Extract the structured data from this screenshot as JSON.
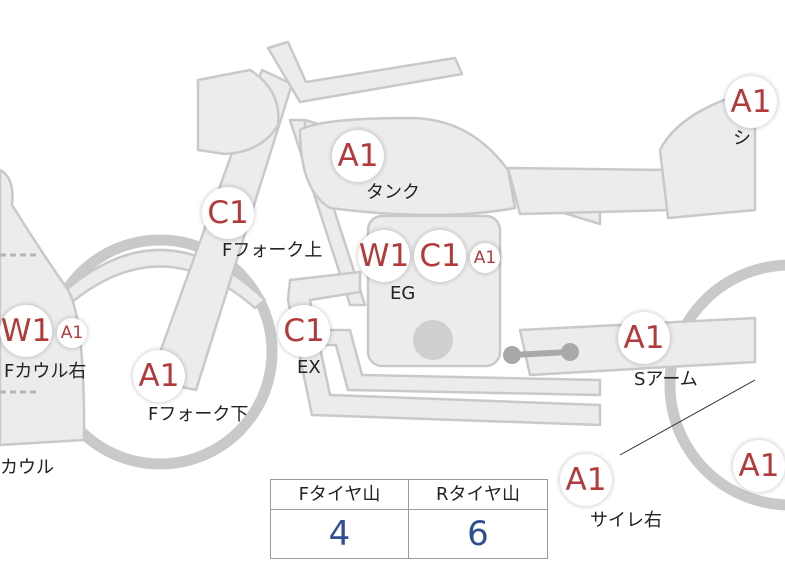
{
  "grades": {
    "tank": "A1",
    "ffork_upper": "C1",
    "eg_w": "W1",
    "eg_c": "C1",
    "eg_a": "A1",
    "ex": "C1",
    "fcowl_w": "W1",
    "fcowl_a": "A1",
    "ffork_lower": "A1",
    "sarm": "A1",
    "silencer_right": "A1",
    "seat": "A1",
    "rear": "A1"
  },
  "labels": {
    "tank": "タンク",
    "ffork_upper": "Fフォーク上",
    "eg": "EG",
    "ex": "EX",
    "fcowl_right": "Fカウル右",
    "ffork_lower": "Fフォーク下",
    "cowl": "カウル",
    "sarm": "Sアーム",
    "silencer_right": "サイレ右",
    "seat_partial": "シ"
  },
  "tire_table": {
    "front_header": "Fタイヤ山",
    "rear_header": "Rタイヤ山",
    "front_value": "4",
    "rear_value": "6"
  },
  "colors": {
    "body_fill": "#ececec",
    "outline": "#c9c9c9",
    "grade_text": "#b23a3a",
    "value_text": "#2e4f93"
  }
}
